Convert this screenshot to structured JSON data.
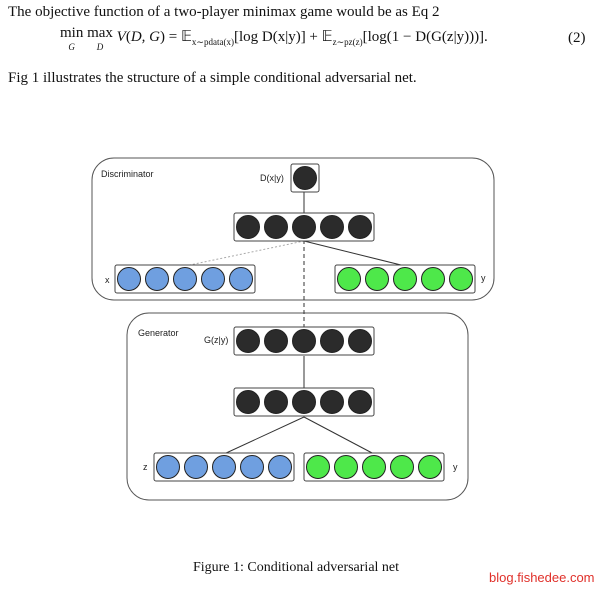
{
  "paragraph1": "The objective function of a two-player minimax game would be as Eq 2",
  "equation": {
    "under_min": "G",
    "under_max": "D",
    "term1_sub": "x∼pdata(x)",
    "term1": "[log D(x|y)] + ",
    "term2_sub": "z∼pz(z)",
    "term2": "[log(1 − D(G(z|y)))].",
    "number": "(2)"
  },
  "paragraph2": "Fig 1 illustrates the structure of a simple conditional adversarial net.",
  "figure": {
    "discriminator_label": "Discriminator",
    "generator_label": "Generator",
    "d_output_label": "D(x|y)",
    "g_output_label": "G(z|y)",
    "x_label": "x",
    "y_label_disc": "y",
    "z_label": "z",
    "y_label_gen": "y",
    "colors": {
      "hidden": "#2b2b2b",
      "blue": "#6f9fe0",
      "green": "#4ee84a"
    },
    "caption": "Figure 1: Conditional adversarial net"
  },
  "watermark": "blog.fishedee.com"
}
